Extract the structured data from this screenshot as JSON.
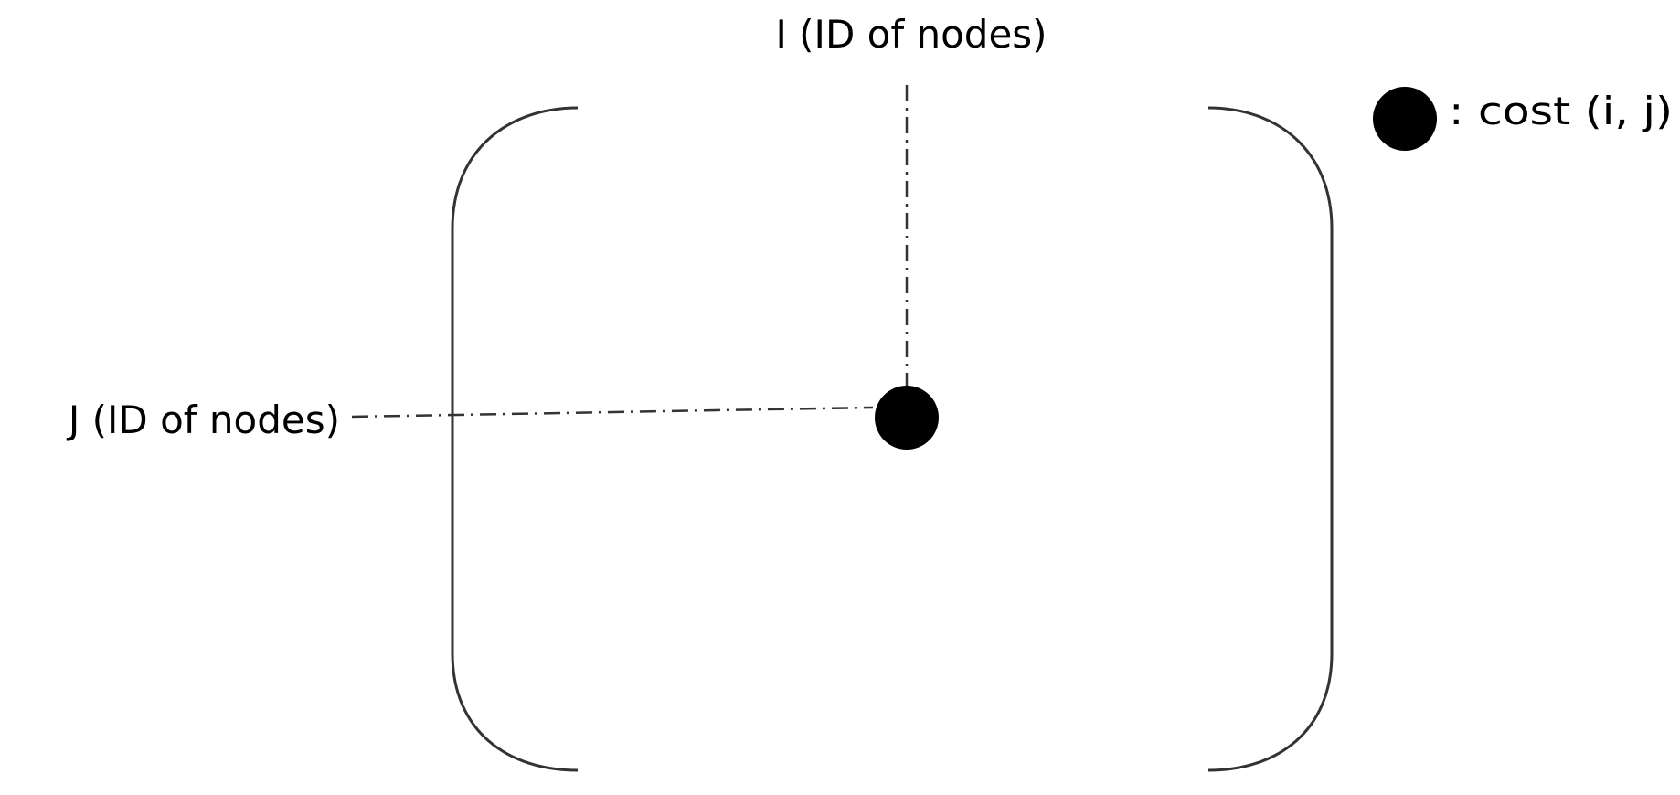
{
  "labels": {
    "column_axis": "I (ID of nodes)",
    "row_axis": "J (ID of nodes)"
  },
  "legend": {
    "label": ": cost (i, j)"
  },
  "colors": {
    "ink": "#000000",
    "stroke": "#333333",
    "background": "#ffffff"
  }
}
